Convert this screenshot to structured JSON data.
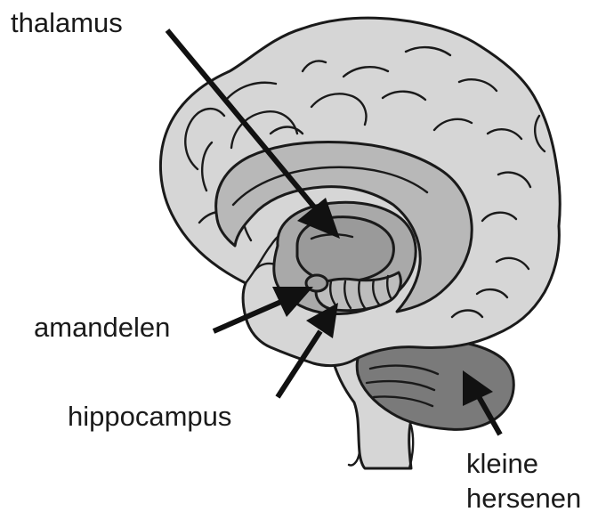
{
  "labels": {
    "thalamus": "thalamus",
    "amandelen": "amandelen",
    "hippocampus": "hippocampus",
    "kleine_hersenen_line1": "kleine",
    "kleine_hersenen_line2": "hersenen"
  },
  "colors": {
    "cortex": "#d6d6d6",
    "limbic_band": "#a9a9a9",
    "thalamus": "#9a9a9a",
    "cerebellum": "#7a7a7a",
    "outline": "#1a1a1a",
    "arrow": "#111111"
  }
}
